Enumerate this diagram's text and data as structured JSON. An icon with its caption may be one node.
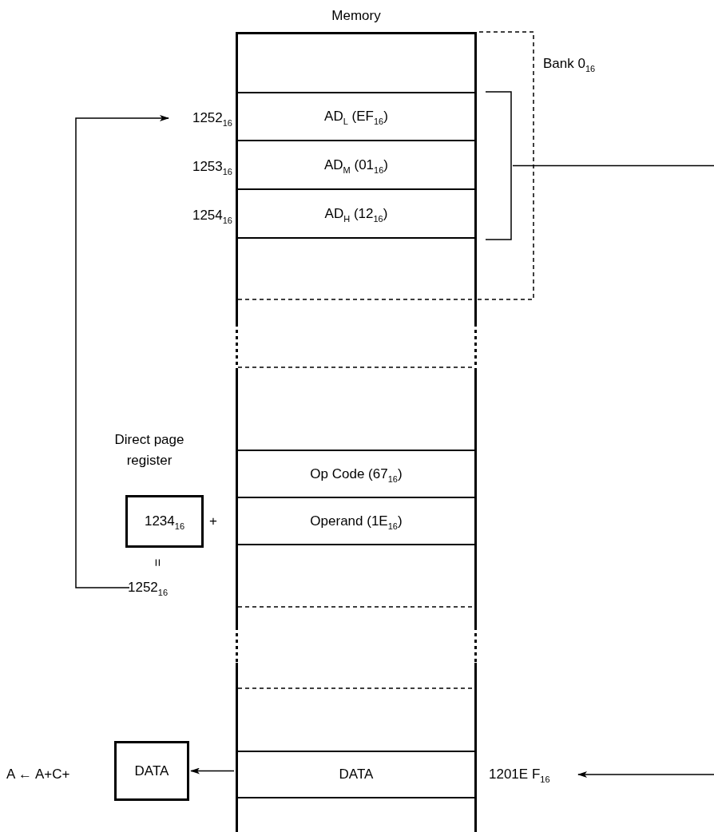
{
  "diagram": {
    "nodes": [
      {
        "text": [
          "Memory"
        ]
      },
      {
        "text": [
          "AD$_{L}$ (EF$_{16}$)"
        ],
        "in": 0
      },
      {
        "text": [
          "AD$_{M}$ (01$_{16}$)"
        ],
        "in": 0
      },
      {
        "text": [
          "AD$_{H}$ (12$_{16}$)"
        ],
        "in": 0
      },
      {
        "text": [
          "Op Code (67$_{16}$)"
        ],
        "in": 0
      },
      {
        "text": [
          "Operand (1E$_{16}$)"
        ],
        "in": 0
      },
      {
        "text": [
          "DATA"
        ],
        "in": 0
      },
      {
        "text": [
          "1252$_{16}$"
        ]
      },
      {
        "text": [],
        "shape": "bracket"
      },
      {
        "text": [
          "Direct page register",
          "1234$_{16}$"
        ]
      },
      {
        "text": [
          "1252$_{16}$"
        ]
      },
      {
        "text": [
          "DATA"
        ]
      },
      {
        "text": [
          "1201E F$_{16}$"
        ]
      }
    ],
    "edges": [
      {
        "from": 10,
        "to": 7,
        "arrow": "to"
      },
      {
        "from": 8,
        "to": null,
        "arrow": "none"
      },
      {
        "from": null,
        "to": 12,
        "arrow": "to"
      },
      {
        "from": 6,
        "to": 11,
        "arrow": "to"
      }
    ],
    "labels": [
      "Bank 0$_{16}$",
      "1253$_{16}$",
      "1254$_{16}$",
      "+",
      "=",
      "A ← A+C+"
    ]
  }
}
